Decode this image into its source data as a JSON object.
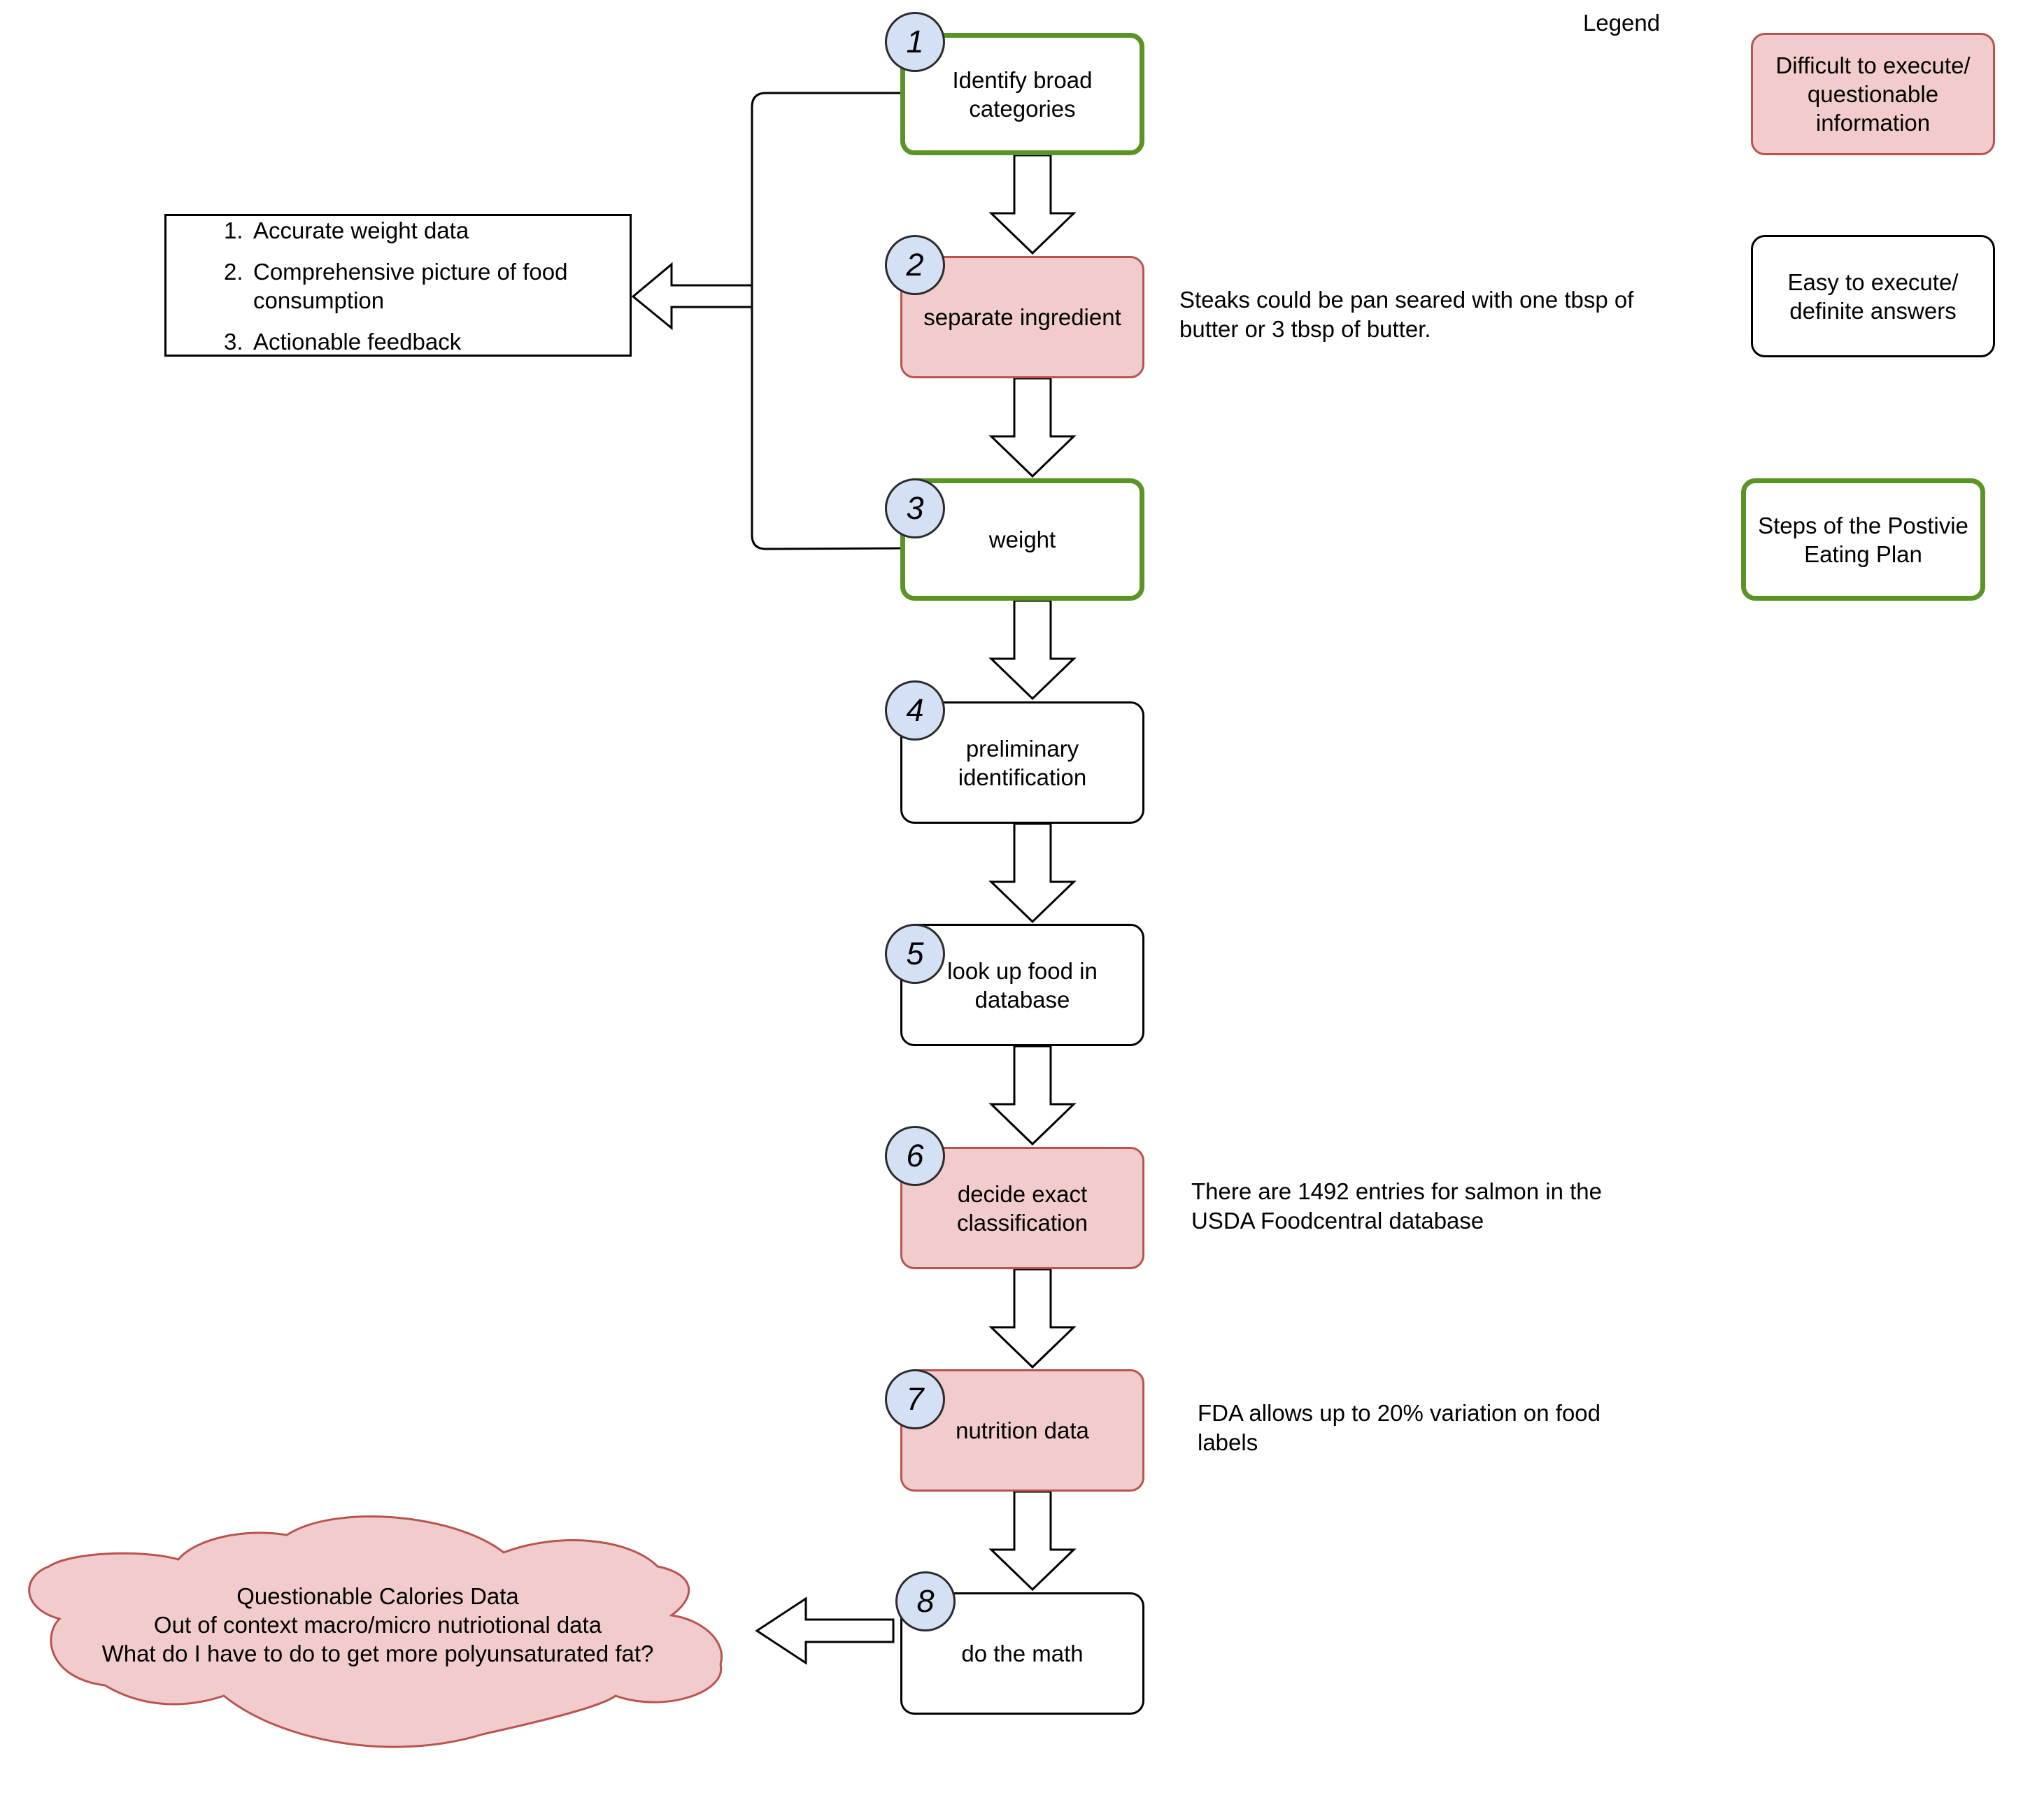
{
  "legend": {
    "title": "Legend",
    "difficult": "Difficult to execute/ questionable information",
    "easy": "Easy to execute/ definite answers",
    "plan": "Steps of the Postivie Eating Plan"
  },
  "steps": [
    {
      "number": "1",
      "label": "Identify broad categories",
      "type": "plan"
    },
    {
      "number": "2",
      "label": "separate ingredient",
      "type": "difficult"
    },
    {
      "number": "3",
      "label": "weight",
      "type": "plan"
    },
    {
      "number": "4",
      "label": "preliminary identification",
      "type": "easy"
    },
    {
      "number": "5",
      "label": "look up food in database",
      "type": "easy"
    },
    {
      "number": "6",
      "label": "decide exact classification",
      "type": "difficult"
    },
    {
      "number": "7",
      "label": "nutrition data",
      "type": "difficult"
    },
    {
      "number": "8",
      "label": "do the math",
      "type": "easy"
    }
  ],
  "notes": {
    "step2": "Steaks could be pan seared with one tbsp of butter or 3 tbsp of butter.",
    "step6": "There are 1492 entries for salmon in the USDA Foodcentral database",
    "step7": "FDA allows up to 20% variation on food labels"
  },
  "goals": [
    {
      "number": "1.",
      "text": "Accurate weight data"
    },
    {
      "number": "2.",
      "text": "Comprehensive picture of food consumption"
    },
    {
      "number": "3.",
      "text": "Actionable feedback"
    }
  ],
  "cloud": [
    "Questionable Calories Data",
    "Out of context macro/micro nutriotional data",
    "What do I have to do to get more polyunsaturated fat?"
  ],
  "colors": {
    "difficult_fill": "#f2cccc",
    "difficult_border": "#b85450",
    "plan_border": "#5a9426",
    "badge_fill": "#d4e1f5"
  }
}
